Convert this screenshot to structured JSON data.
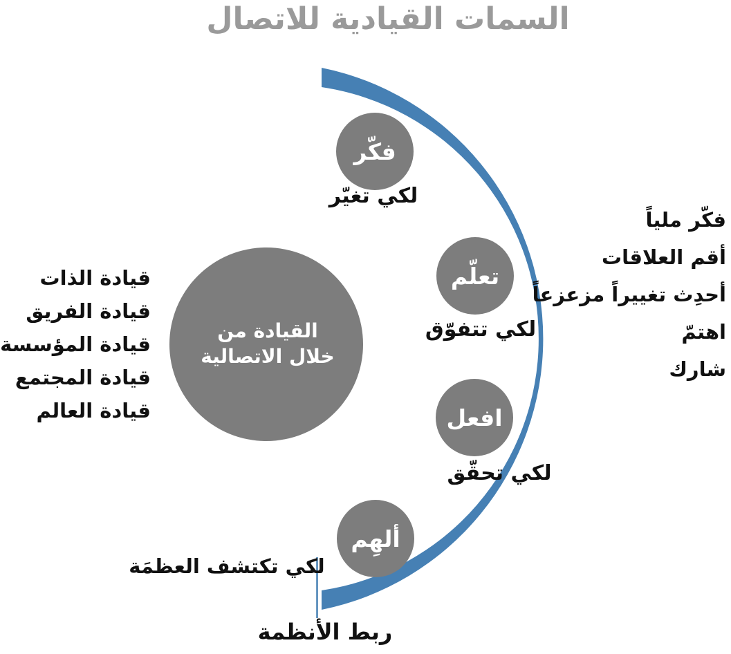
{
  "title": "السمات القيادية للاتصال",
  "center": {
    "line1": "القيادة من",
    "line2": "خلال الاتصالية"
  },
  "nodes": [
    {
      "label": "فكّر",
      "caption": "لكي تغيّر"
    },
    {
      "label": "تعلّم",
      "caption": "لكي تتفوّق"
    },
    {
      "label": "افعل",
      "caption": "لكي تحقّق"
    },
    {
      "label": "ألهِم",
      "caption": "لكي تكتشف العظمَة"
    }
  ],
  "left_list": {
    "items": [
      "قيادة الذات",
      "قيادة الفريق",
      "قيادة المؤسسة",
      "قيادة المجتمع",
      "قيادة العالم"
    ]
  },
  "right_list": {
    "items": [
      "فكّر ملياً",
      "أقم العلاقات",
      "أحدِث تغييراً مزعزعاً",
      "اهتمّ",
      "شارك"
    ]
  },
  "footer_label": "ربط الأنظمة",
  "colors": {
    "arc_blue": "#4680b4",
    "circle_gray": "#7d7d7d",
    "title_gray": "#9a9a9a",
    "text_black": "#111111"
  }
}
